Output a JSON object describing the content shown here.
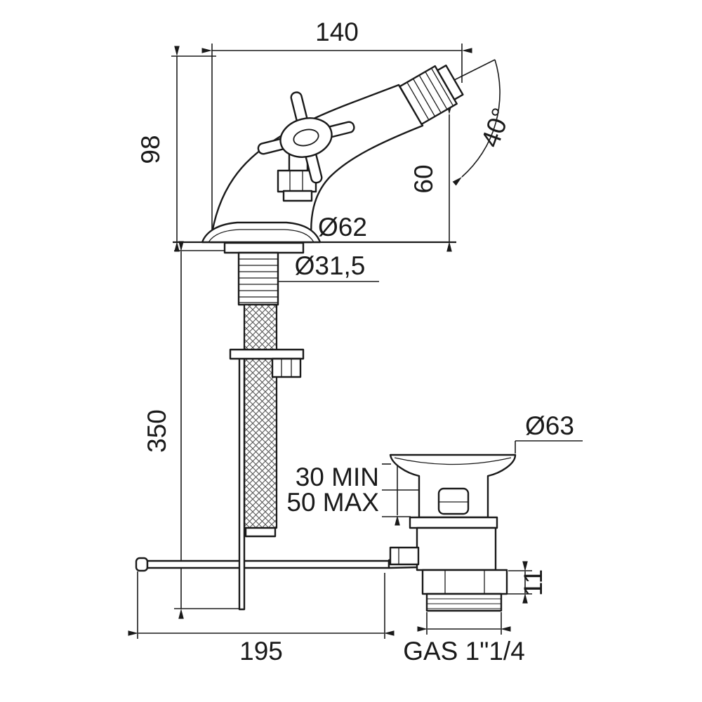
{
  "canvas": {
    "background": "#ffffff",
    "line_color": "#1a1a1a"
  },
  "dimensions": {
    "spout_reach": "140",
    "height_to_handle": "98",
    "spout_angle": "40°",
    "spout_outlet_height": "60",
    "base_diameter": "Ø62",
    "mounting_hole_diameter": "Ø31,5",
    "hose_length": "350",
    "waste_flange_diameter": "Ø63",
    "deck_thickness_min": "30 MIN",
    "deck_thickness_max": "50 MAX",
    "locknut_height": "11",
    "popup_rod_length": "195",
    "waste_thread": "GAS 1\"1/4"
  }
}
